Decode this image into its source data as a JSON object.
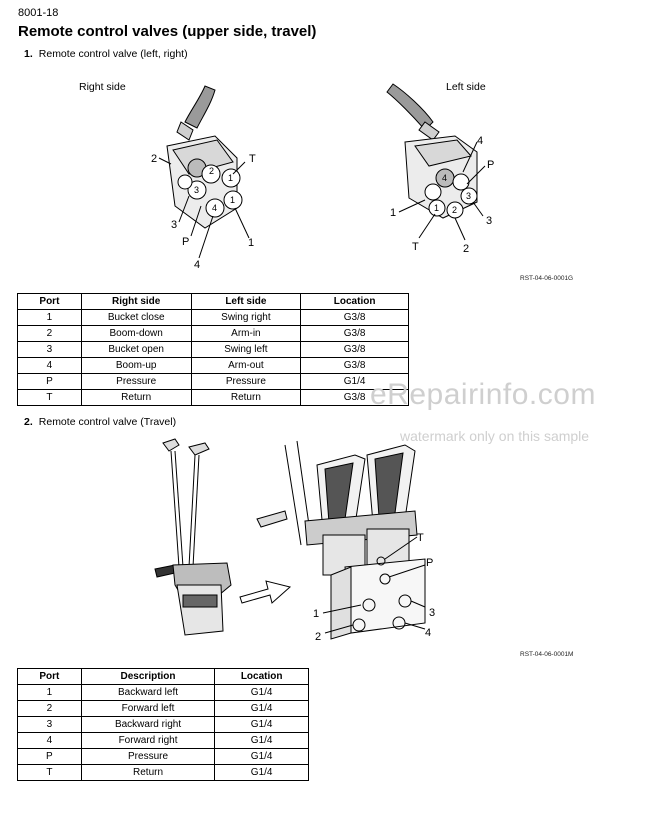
{
  "page": {
    "code": "8001-18",
    "title": "Remote control valves (upper side, travel)"
  },
  "section1": {
    "number": "1.",
    "title": "Remote control valve (left, right)",
    "right_caption": "Right side",
    "left_caption": "Left side",
    "ref": "RST-04-06-0001G",
    "right_callouts": [
      "2",
      "T",
      "3",
      "P",
      "4",
      "1"
    ],
    "right_knob_numbers": [
      "1",
      "2",
      "3",
      "4"
    ],
    "left_callouts": [
      "4",
      "P",
      "1",
      "3",
      "T",
      "2"
    ],
    "left_knob_numbers": [
      "1",
      "2",
      "3",
      "4"
    ],
    "table": {
      "headers": [
        "Port",
        "Right side",
        "Left side",
        "Location"
      ],
      "rows": [
        [
          "1",
          "Bucket close",
          "Swing right",
          "G3/8"
        ],
        [
          "2",
          "Boom-down",
          "Arm-in",
          "G3/8"
        ],
        [
          "3",
          "Bucket open",
          "Swing left",
          "G3/8"
        ],
        [
          "4",
          "Boom-up",
          "Arm-out",
          "G3/8"
        ],
        [
          "P",
          "Pressure",
          "Pressure",
          "G1/4"
        ],
        [
          "T",
          "Return",
          "Return",
          "G3/8"
        ]
      ]
    }
  },
  "section2": {
    "number": "2.",
    "title": "Remote control valve (Travel)",
    "ref": "RST-04-06-0001M",
    "callouts": [
      "T",
      "P",
      "1",
      "3",
      "2",
      "4"
    ],
    "table": {
      "headers": [
        "Port",
        "Description",
        "Location"
      ],
      "rows": [
        [
          "1",
          "Backward left",
          "G1/4"
        ],
        [
          "2",
          "Forward left",
          "G1/4"
        ],
        [
          "3",
          "Backward right",
          "G1/4"
        ],
        [
          "4",
          "Forward right",
          "G1/4"
        ],
        [
          "P",
          "Pressure",
          "G1/4"
        ],
        [
          "T",
          "Return",
          "G1/4"
        ]
      ]
    }
  },
  "watermark": {
    "brand": "eRepairinfo.com",
    "note": "watermark only on this sample"
  }
}
